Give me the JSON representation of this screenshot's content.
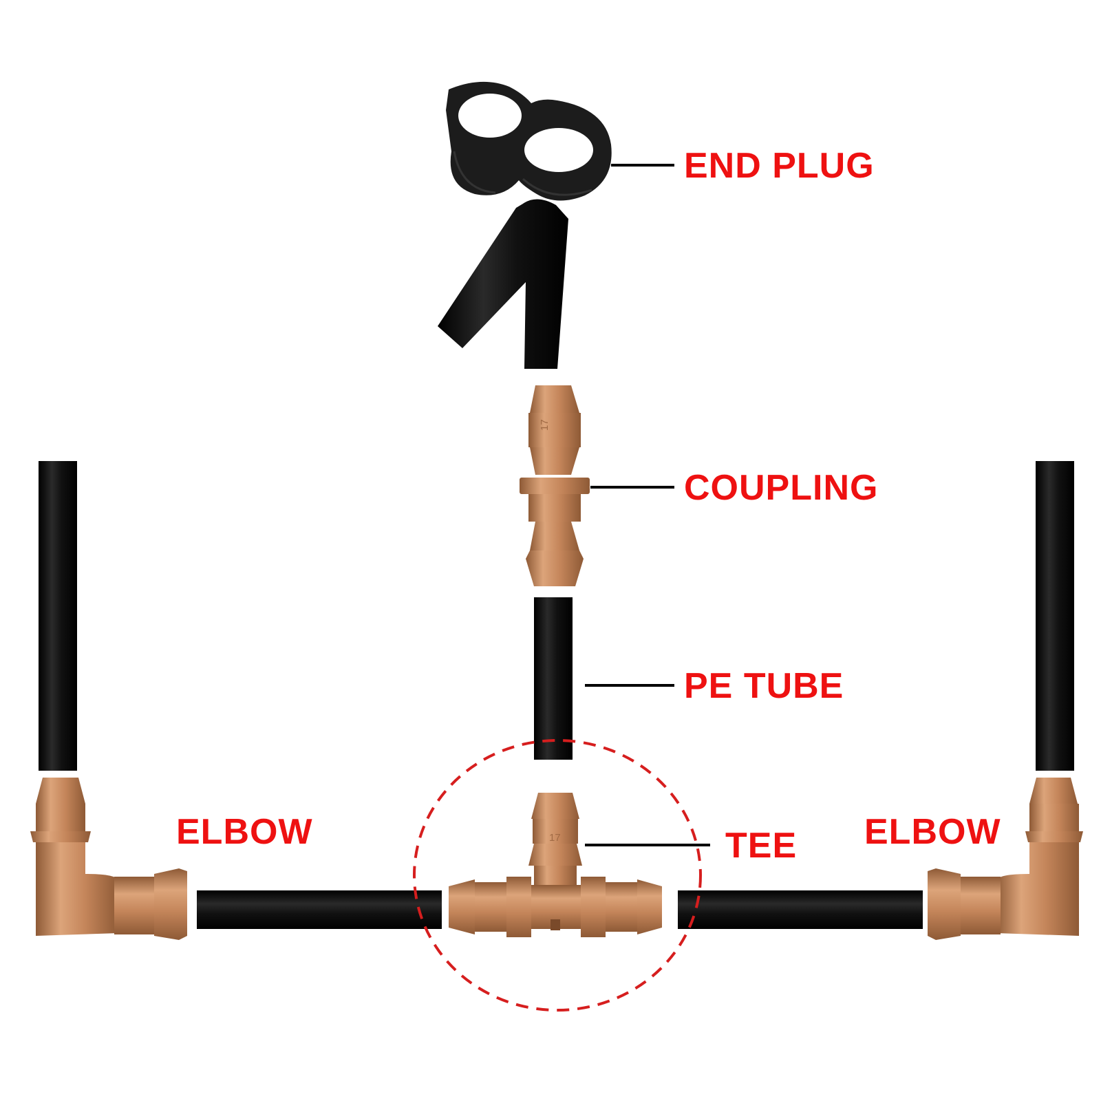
{
  "colors": {
    "label": "#ee1111",
    "tube": "#0b0b0b",
    "fitting": "#c4855a",
    "fitting_dark": "#8e5a36",
    "fitting_light": "#dca47a",
    "plug": "#1c1c1c",
    "highlight_circle": "#d61e1e",
    "leader": "#000000"
  },
  "labels": {
    "end_plug": "END PLUG",
    "coupling": "COUPLING",
    "pe_tube": "PE TUBE",
    "tee": "TEE",
    "elbow_left": "ELBOW",
    "elbow_right": "ELBOW"
  },
  "markings": {
    "coupling_size": "17",
    "tee_size": "17"
  },
  "icons": {
    "end_plug": "figure-eight-end-plug-icon",
    "coupling": "barbed-coupling-icon",
    "tee": "barbed-tee-icon",
    "elbow": "barbed-elbow-icon"
  }
}
